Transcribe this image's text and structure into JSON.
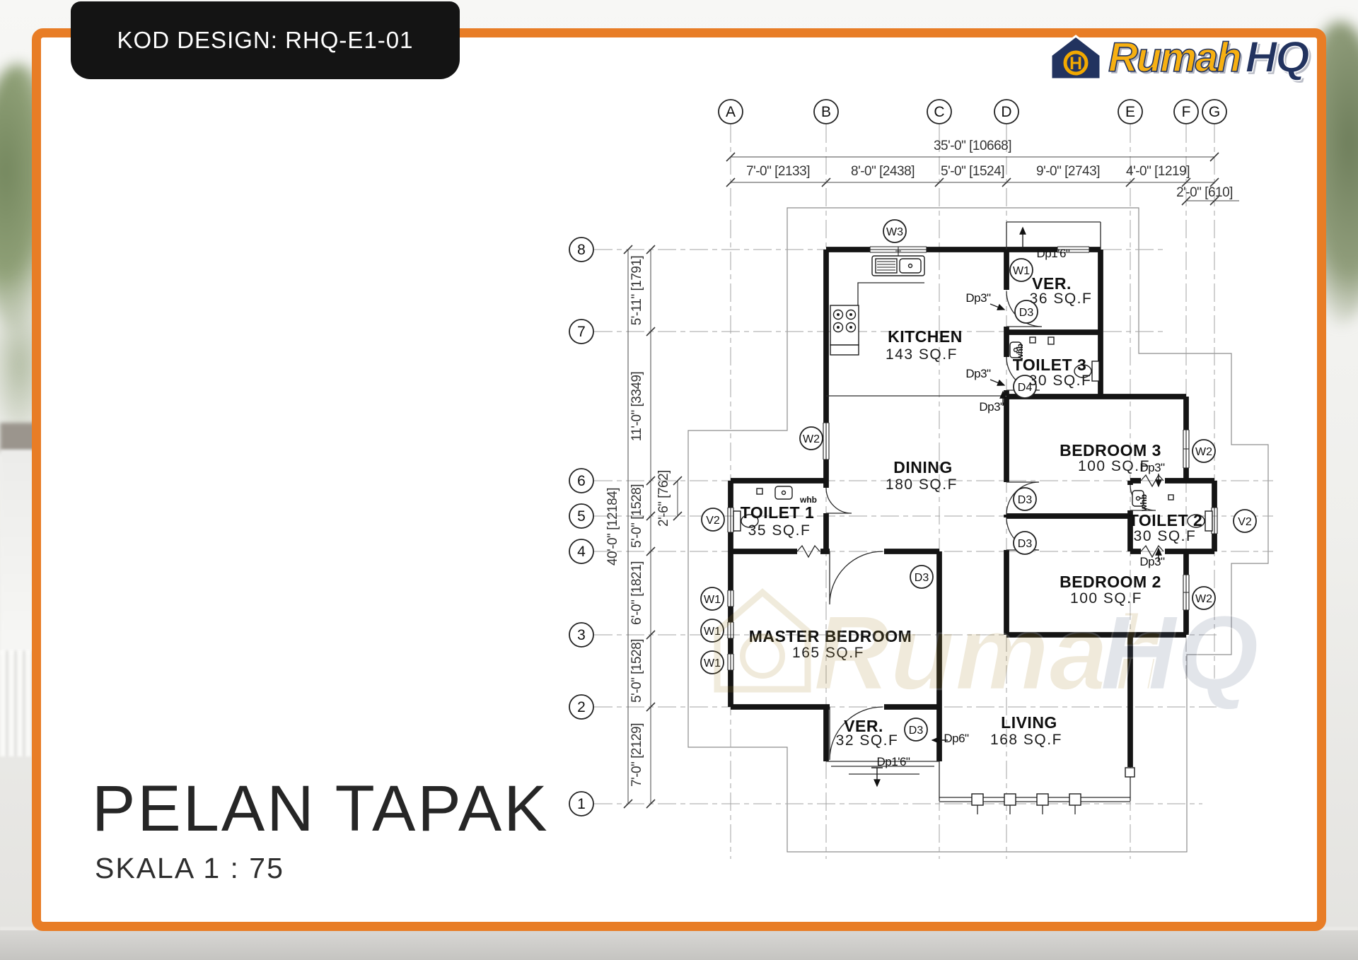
{
  "badge": {
    "label": "KOD DESIGN: RHQ-E1-01"
  },
  "logo": {
    "brand_first": "Rumah",
    "brand_second": "HQ",
    "icon_letter": "H"
  },
  "title": {
    "main": "PELAN TAPAK",
    "scale": "SKALA 1 : 75"
  },
  "colors": {
    "accent_orange": "#E87D26",
    "badge_black": "#141414",
    "logo_yellow": "#F7B011",
    "logo_navy": "#22335f",
    "drawing_line": "#141414"
  },
  "grid": {
    "columns": [
      "A",
      "B",
      "C",
      "D",
      "E",
      "F",
      "G"
    ],
    "rows": [
      "8",
      "7",
      "6",
      "5",
      "4",
      "3",
      "2",
      "1"
    ]
  },
  "dimensions": {
    "top": {
      "total": "35'-0\" [10668]",
      "segments": [
        "7'-0\" [2133]",
        "8'-0\" [2438]",
        "5'-0\" [1524]",
        "9'-0\" [2743]",
        "4'-0\" [1219]"
      ],
      "sub": "2'-0\" [610]"
    },
    "left": {
      "total": "40'-0\" [12184]",
      "segments": [
        "5'-11\" [1791]",
        "11'-0\" [3349]",
        "5'-0\" [1528]",
        "6'-0\" [1821]",
        "5'-0\" [1528]",
        "7'-0\" [2129]"
      ],
      "sub": "2'-6\" [762]"
    }
  },
  "rooms": {
    "kitchen": {
      "name": "KITCHEN",
      "area": "143 SQ.F"
    },
    "ver_top": {
      "name": "VER.",
      "area": "36 SQ.F"
    },
    "toilet3": {
      "name": "TOILET 3",
      "area": "30 SQ.F"
    },
    "dining": {
      "name": "DINING",
      "area": "180 SQ.F"
    },
    "toilet1": {
      "name": "TOILET 1",
      "area": "35 SQ.F"
    },
    "bedroom3": {
      "name": "BEDROOM 3",
      "area": "100 SQ.F"
    },
    "toilet2": {
      "name": "TOILET 2",
      "area": "30 SQ.F"
    },
    "bedroom2": {
      "name": "BEDROOM 2",
      "area": "100 SQ.F"
    },
    "master": {
      "name": "MASTER BEDROOM",
      "area": "165 SQ.F"
    },
    "ver_bottom": {
      "name": "VER.",
      "area": "32 SQ.F"
    },
    "living": {
      "name": "LIVING",
      "area": "168 SQ.F"
    }
  },
  "tags": {
    "w1": "W1",
    "w2": "W2",
    "w3": "W3",
    "v2": "V2",
    "d3": "D3",
    "d4": "D4",
    "whb": "whb",
    "dp3": "Dp3\"",
    "dp6": "Dp6\"",
    "dp16": "Dp1'6\""
  },
  "watermark": {
    "first": "Rumah",
    "second": "HQ"
  }
}
